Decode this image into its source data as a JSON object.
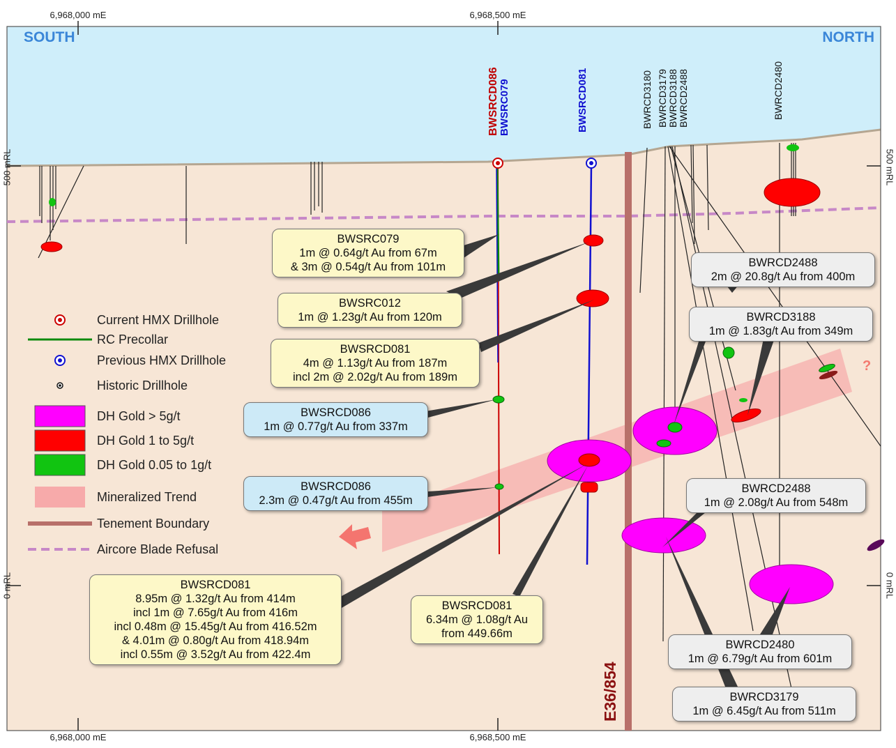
{
  "frame": {
    "south_label": "SOUTH",
    "north_label": "NORTH",
    "easting_top": [
      "6,968,000 mE",
      "6,968,500 mE"
    ],
    "easting_bottom": [
      "6,968,000 mE",
      "6,968,500 mE"
    ],
    "rl_left": [
      "500 mRL",
      "0 mRL"
    ],
    "rl_right": [
      "500 mRL",
      "0 mRL"
    ],
    "tenement_id": "E36/854",
    "question_mark": "?"
  },
  "hole_labels": {
    "bwsrcd086": "BWSRCD086",
    "bwsrc079": "BWSRC079",
    "bwsrcd081": "BWSRCD081",
    "bwrcd3180": "BWRCD3180",
    "bwrcd3179": "BWRCD3179",
    "bwrcd3188": "BWRCD3188",
    "bwrcd2488": "BWRCD2488",
    "bwrcd2480": "BWRCD2480"
  },
  "callouts": [
    {
      "id": "bwsrc079",
      "lines": [
        "BWSRC079",
        "1m @ 0.64g/t Au from 67m",
        "& 3m @ 0.54g/t Au from 101m"
      ]
    },
    {
      "id": "bwsrc012",
      "lines": [
        "BWSRC012",
        "1m @ 1.23g/t Au from 120m"
      ]
    },
    {
      "id": "bwsrcd081-a",
      "lines": [
        "BWSRCD081",
        "4m @ 1.13g/t Au from 187m",
        "incl 2m @ 2.02g/t Au from 189m"
      ]
    },
    {
      "id": "bwsrcd086-a",
      "lines": [
        "BWSRCD086",
        "1m @ 0.77g/t Au from 337m"
      ]
    },
    {
      "id": "bwsrcd086-b",
      "lines": [
        "BWSRCD086",
        "2.3m @ 0.47g/t Au from 455m"
      ]
    },
    {
      "id": "bwsrcd081-b",
      "lines": [
        "BWSRCD081",
        "8.95m @ 1.32g/t Au from 414m",
        "incl 1m @ 7.65g/t Au from 416m",
        "incl 0.48m @ 15.45g/t Au from 416.52m",
        "& 4.01m @ 0.80g/t Au from 418.94m",
        "incl 0.55m @ 3.52g/t Au from 422.4m"
      ]
    },
    {
      "id": "bwsrcd081-c",
      "lines": [
        "BWSRCD081",
        "6.34m @ 1.08g/t Au",
        "from 449.66m"
      ]
    },
    {
      "id": "bwrcd2488-a",
      "lines": [
        "BWRCD2488",
        "2m @ 20.8g/t Au from 400m"
      ]
    },
    {
      "id": "bwrcd3188",
      "lines": [
        "BWRCD3188",
        "1m @ 1.83g/t Au from 349m"
      ]
    },
    {
      "id": "bwrcd2488-b",
      "lines": [
        "BWRCD2488",
        "1m @ 2.08g/t Au from 548m"
      ]
    },
    {
      "id": "bwrcd2480",
      "lines": [
        "BWRCD2480",
        "1m @ 6.79g/t Au from 601m"
      ]
    },
    {
      "id": "bwrcd3179",
      "lines": [
        "BWRCD3179",
        "1m @ 6.45g/t Au from 511m"
      ]
    }
  ],
  "legend": {
    "current_hmx": "Current HMX Drillhole",
    "rc_precollar": "RC Precollar",
    "previous_hmx": "Previous HMX Drillhole",
    "historic": "Historic Drillhole",
    "gold_gt5": "DH Gold > 5g/t",
    "gold_1to5": "DH Gold 1 to 5g/t",
    "gold_005to1": "DH Gold 0.05 to 1g/t",
    "mineralized_trend": "Mineralized Trend",
    "tenement_boundary": "Tenement Boundary",
    "aircore_refusal": "Aircore Blade Refusal"
  },
  "colors": {
    "sky": "#cfeefa",
    "ground": "#f7e6d6",
    "gold_gt5": "#ff00ff",
    "gold_1to5": "#ff0000",
    "gold_low": "#11c411",
    "trend": "#f7aaaa",
    "tenement": "#b8706a",
    "aircore": "#c788c7",
    "current_hole": "#cc0000",
    "previous_hole": "#1010d0",
    "precollar": "#0d8a0d"
  }
}
